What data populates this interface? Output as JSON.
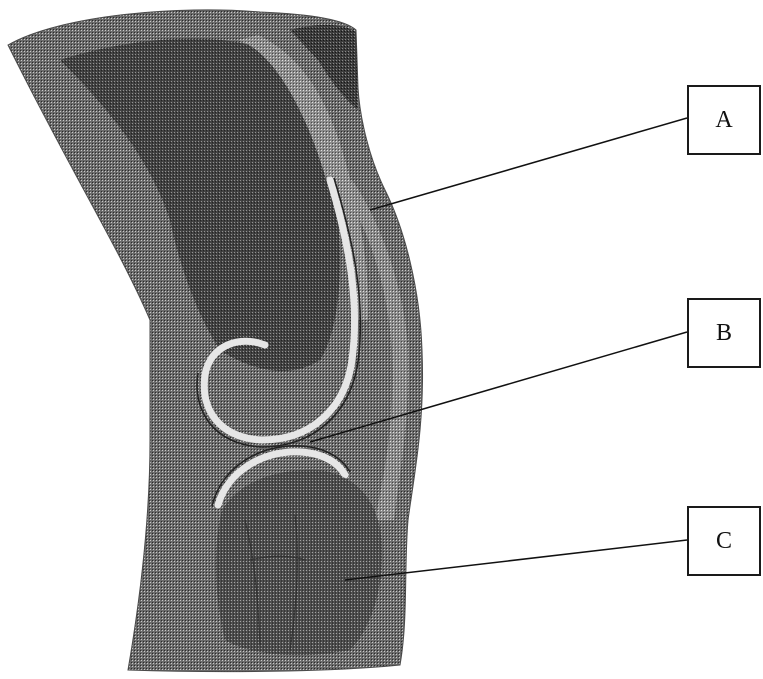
{
  "labels": {
    "a": "A",
    "b": "B",
    "c": "C"
  },
  "colors": {
    "outline": "#1a1a1a",
    "tissue_dark": "#3a3a3a",
    "tissue_mid": "#6a6a6a",
    "cartilage": "#e6e6e6"
  }
}
